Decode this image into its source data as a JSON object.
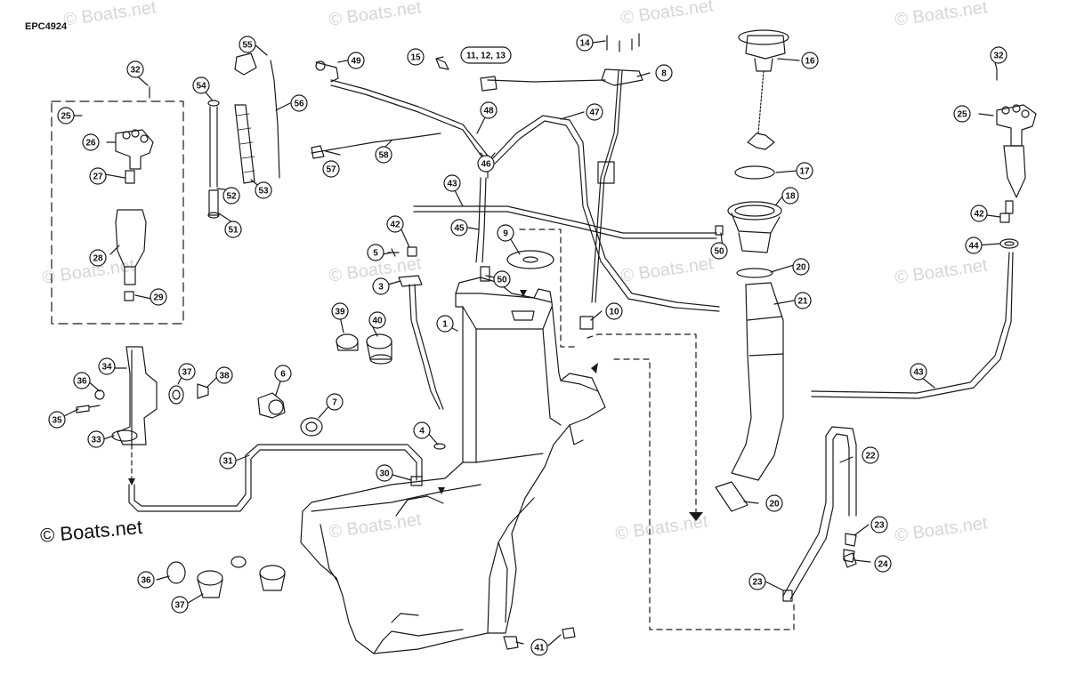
{
  "diagram": {
    "code": "EPC4924",
    "watermark": "© Boats.net",
    "brand": "© Boats.net",
    "part_labels": [
      "1",
      "3",
      "4",
      "5",
      "6",
      "7",
      "8",
      "9",
      "10",
      "11, 12, 13",
      "14",
      "15",
      "16",
      "17",
      "18",
      "20",
      "20",
      "21",
      "22",
      "23",
      "23",
      "24",
      "25",
      "25",
      "26",
      "27",
      "28",
      "29",
      "30",
      "31",
      "32",
      "32",
      "33",
      "34",
      "35",
      "36",
      "36",
      "37",
      "37",
      "38",
      "39",
      "40",
      "41",
      "42",
      "42",
      "43",
      "43",
      "44",
      "45",
      "46",
      "47",
      "48",
      "49",
      "50",
      "50",
      "51",
      "52",
      "53",
      "54",
      "55",
      "56",
      "57",
      "58"
    ],
    "colors": {
      "line": "#1a1a1a",
      "watermark": "#d6d6d6",
      "background": "#ffffff"
    }
  }
}
